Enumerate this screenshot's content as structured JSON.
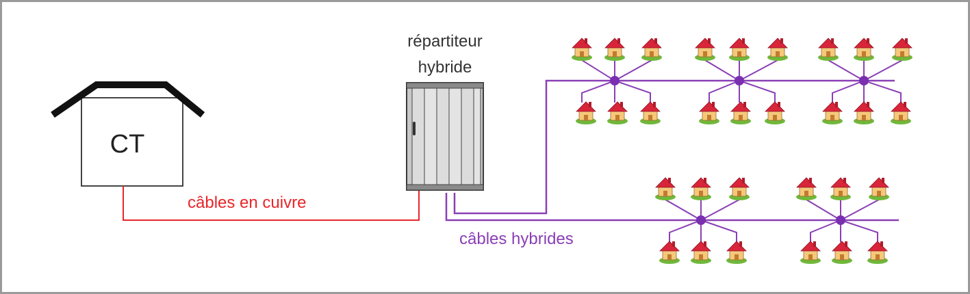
{
  "labels": {
    "ct": "CT",
    "cabinet_line1": "répartiteur",
    "cabinet_line2": "hybride",
    "copper": "câbles en cuivre",
    "hybrid": "câbles hybrides"
  },
  "colors": {
    "copper_cable": "#e8262a",
    "hybrid_cable": "#8a3fb5",
    "node": "#7a2fb0",
    "house_roof": "#d8253a",
    "house_wall": "#f5c87a",
    "grass": "#6fb83a",
    "outline": "#333333",
    "frame_border": "#9a9a9a"
  },
  "icons": {
    "house": "house-icon",
    "cabinet": "cabinet-icon",
    "node": "splitter-node-icon"
  }
}
